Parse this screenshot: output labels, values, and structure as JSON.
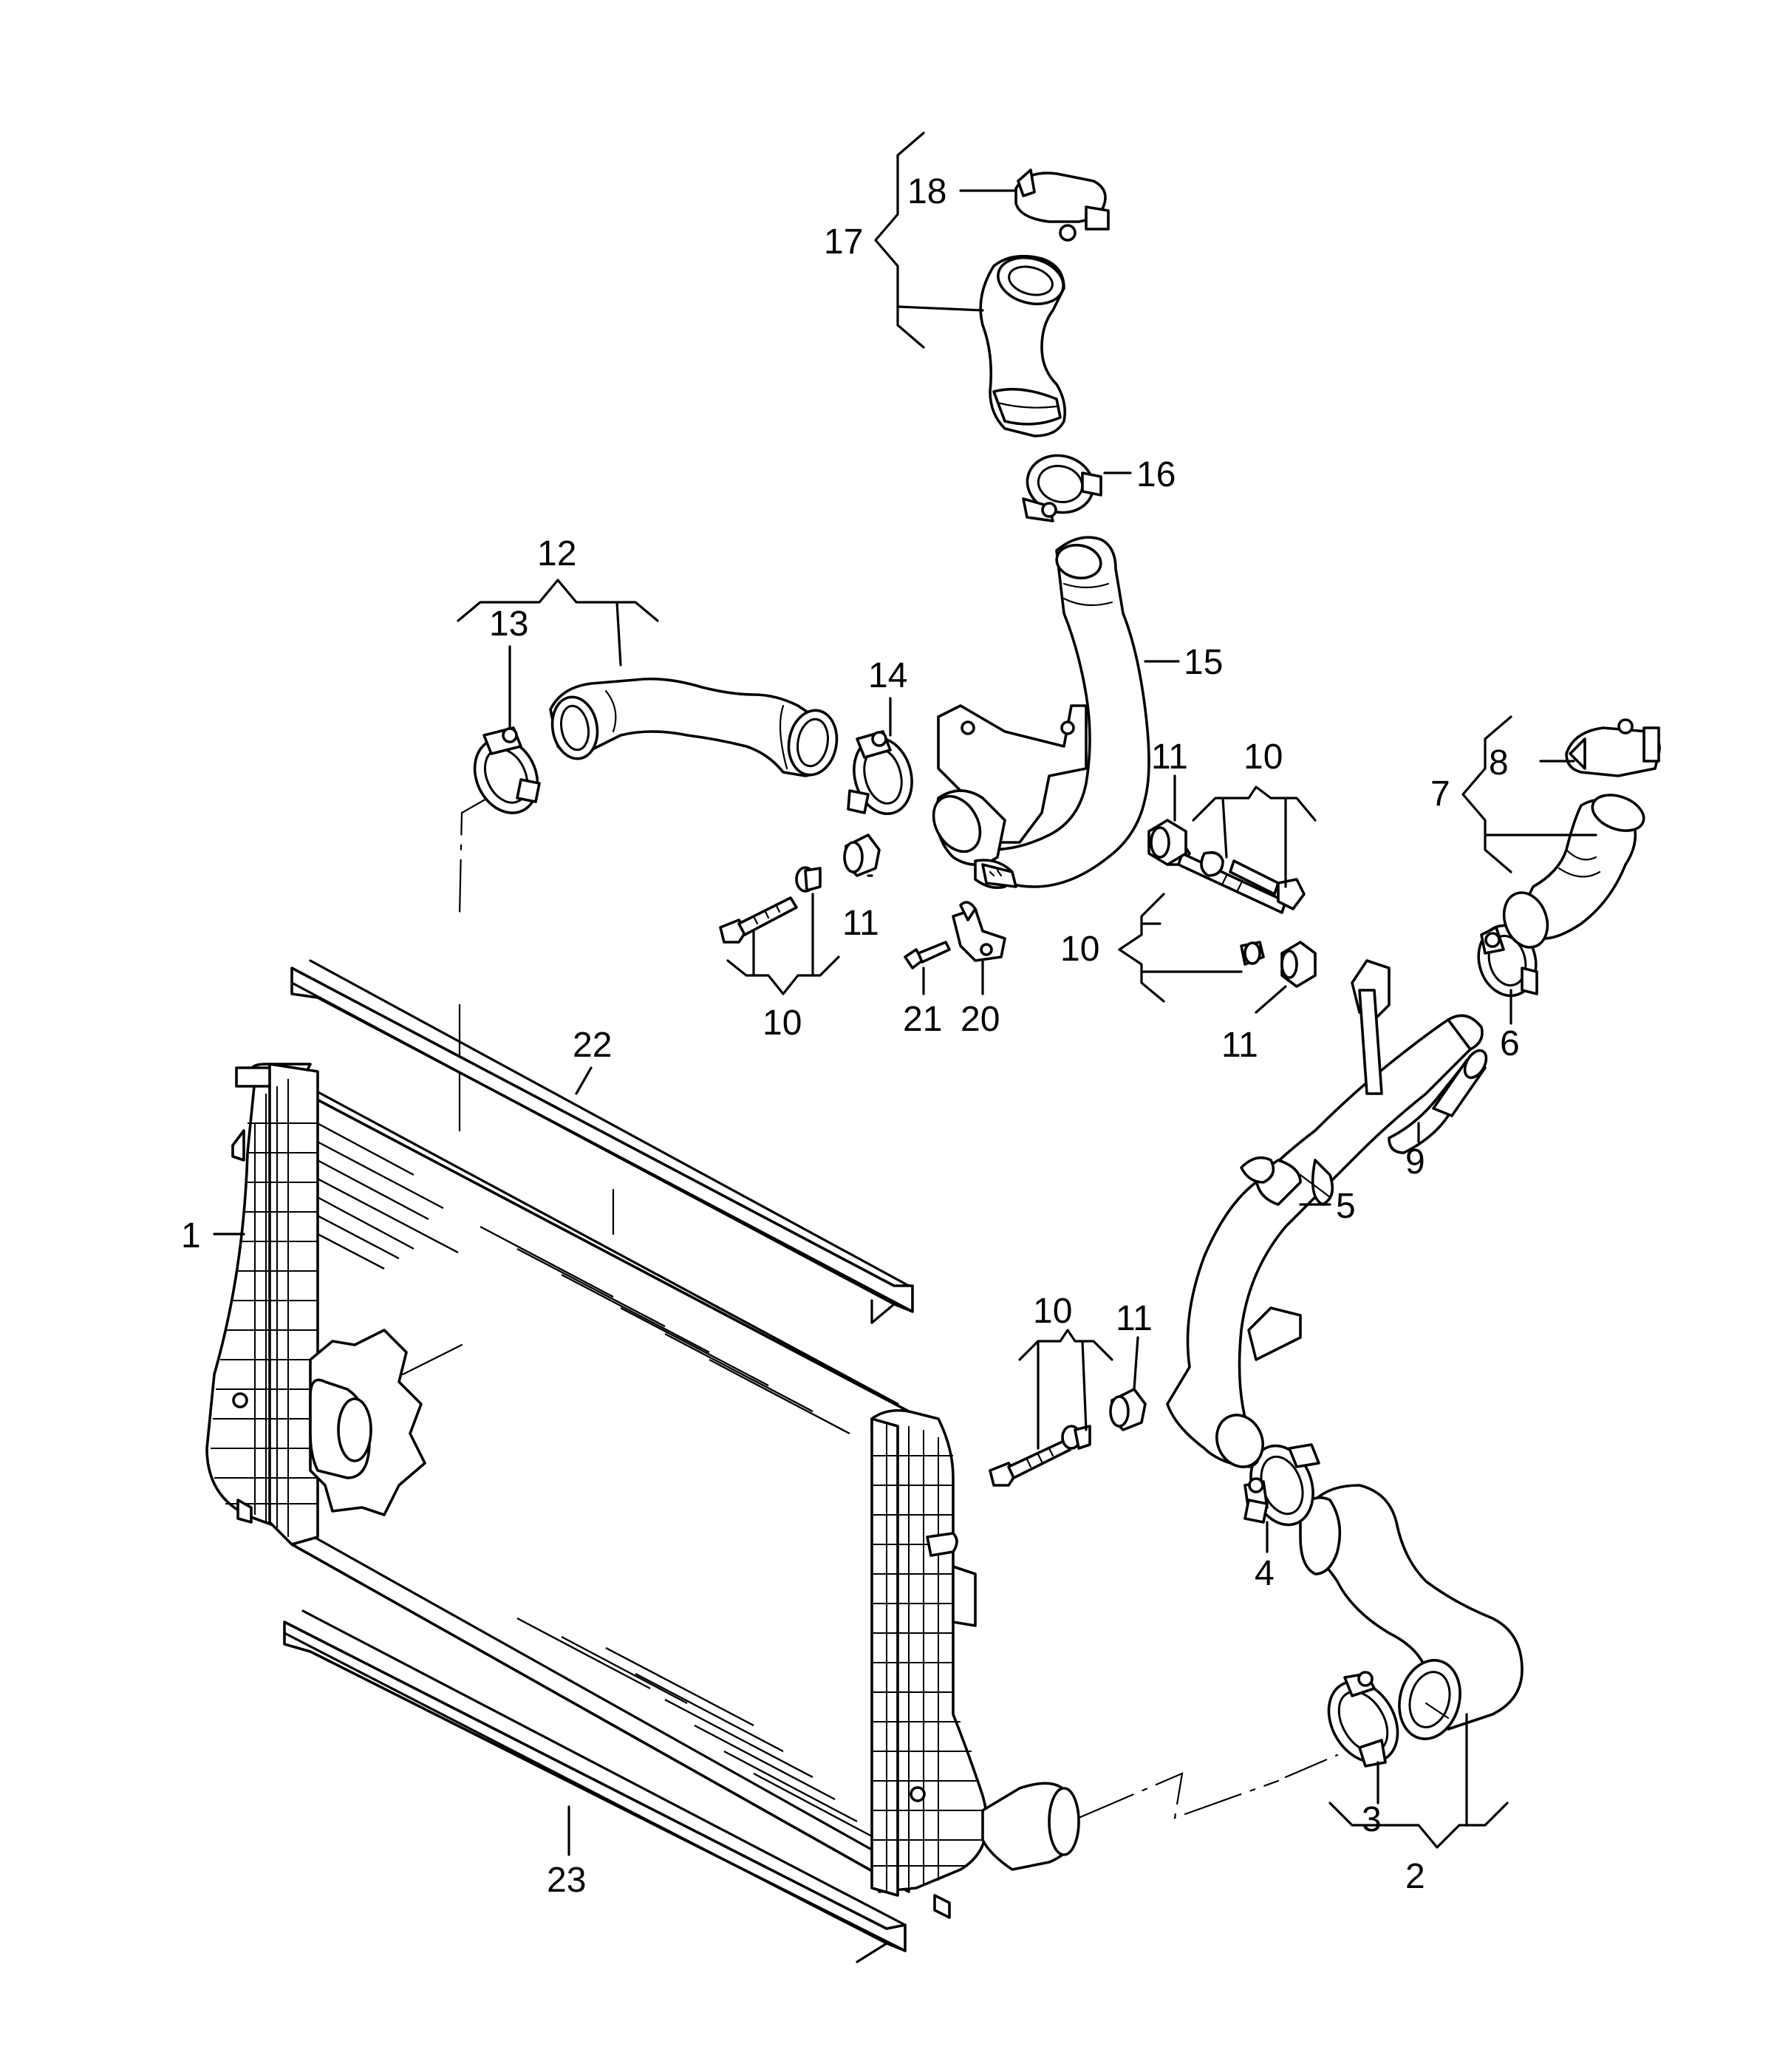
{
  "callouts": [
    {
      "id": "lbl-1",
      "text": "1"
    },
    {
      "id": "lbl-2",
      "text": "2"
    },
    {
      "id": "lbl-3",
      "text": "3"
    },
    {
      "id": "lbl-4",
      "text": "4"
    },
    {
      "id": "lbl-5",
      "text": "5"
    },
    {
      "id": "lbl-6",
      "text": "6"
    },
    {
      "id": "lbl-7",
      "text": "7"
    },
    {
      "id": "lbl-8",
      "text": "8"
    },
    {
      "id": "lbl-9",
      "text": "9"
    },
    {
      "id": "lbl-10a",
      "text": "10"
    },
    {
      "id": "lbl-10b",
      "text": "10"
    },
    {
      "id": "lbl-10c",
      "text": "10"
    },
    {
      "id": "lbl-10d",
      "text": "10"
    },
    {
      "id": "lbl-11a",
      "text": "11"
    },
    {
      "id": "lbl-11b",
      "text": "11"
    },
    {
      "id": "lbl-11c",
      "text": "11"
    },
    {
      "id": "lbl-11d",
      "text": "11"
    },
    {
      "id": "lbl-12",
      "text": "12"
    },
    {
      "id": "lbl-13",
      "text": "13"
    },
    {
      "id": "lbl-14",
      "text": "14"
    },
    {
      "id": "lbl-15",
      "text": "15"
    },
    {
      "id": "lbl-16",
      "text": "16"
    },
    {
      "id": "lbl-17",
      "text": "17"
    },
    {
      "id": "lbl-18",
      "text": "18"
    },
    {
      "id": "lbl-20",
      "text": "20"
    },
    {
      "id": "lbl-21",
      "text": "21"
    },
    {
      "id": "lbl-22",
      "text": "22"
    },
    {
      "id": "lbl-23",
      "text": "23"
    }
  ]
}
